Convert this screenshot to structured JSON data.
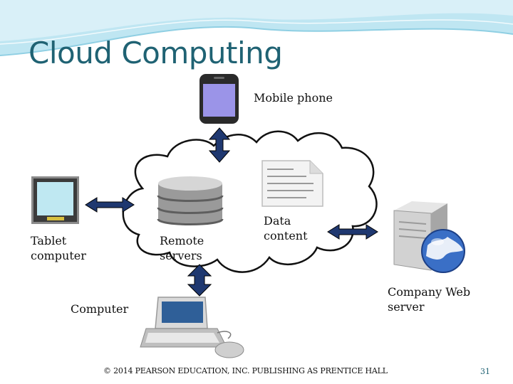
{
  "title": "Cloud Computing",
  "labels": {
    "mobile_phone": "Mobile phone",
    "tablet_computer": "Tablet\ncomputer",
    "remote_servers": "Remote\nservers",
    "data_content": "Data\n content",
    "company_web_server": "Company Web\nserver",
    "computer": "Computer"
  },
  "footer": "© 2014 PEARSON EDUCATION, INC. PUBLISHING AS PRENTICE HALL",
  "page_number": "31",
  "colors": {
    "title": "#1f6273",
    "banner": "#bfe6f2",
    "arrow": "#1f3870"
  },
  "icons": [
    "cloud-icon",
    "mobile-phone-icon",
    "tablet-icon",
    "database-icon",
    "document-icon",
    "web-server-icon",
    "globe-icon",
    "laptop-icon",
    "mouse-icon"
  ]
}
